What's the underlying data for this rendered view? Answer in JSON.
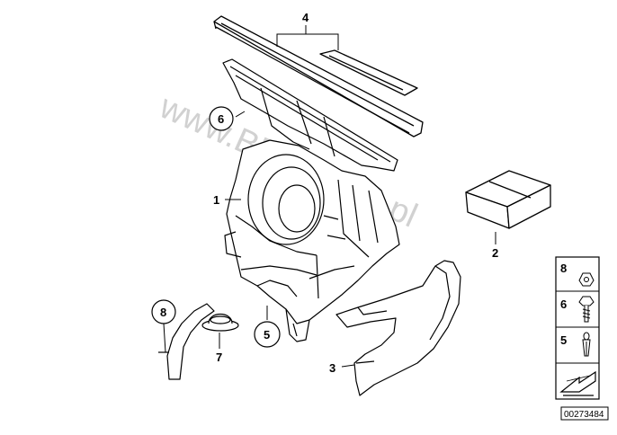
{
  "callouts": [
    {
      "id": "c1",
      "text": "1"
    },
    {
      "id": "c2",
      "text": "2"
    },
    {
      "id": "c3",
      "text": "3"
    },
    {
      "id": "c4",
      "text": "4"
    },
    {
      "id": "c5",
      "text": "5"
    },
    {
      "id": "c6",
      "text": "6"
    },
    {
      "id": "c7",
      "text": "7"
    },
    {
      "id": "c8",
      "text": "8"
    }
  ],
  "legend": {
    "items": [
      {
        "number": "8",
        "icon": "push-nut-icon"
      },
      {
        "number": "6",
        "icon": "hex-screw-icon"
      },
      {
        "number": "5",
        "icon": "expanding-rivet-icon"
      }
    ],
    "corner_icon": "arrow-indicator-icon"
  },
  "watermark": "www.BMWstore.pl",
  "reference_code": "00273484",
  "colors": {
    "line": "#000000",
    "watermark": "#c9c9c9"
  }
}
